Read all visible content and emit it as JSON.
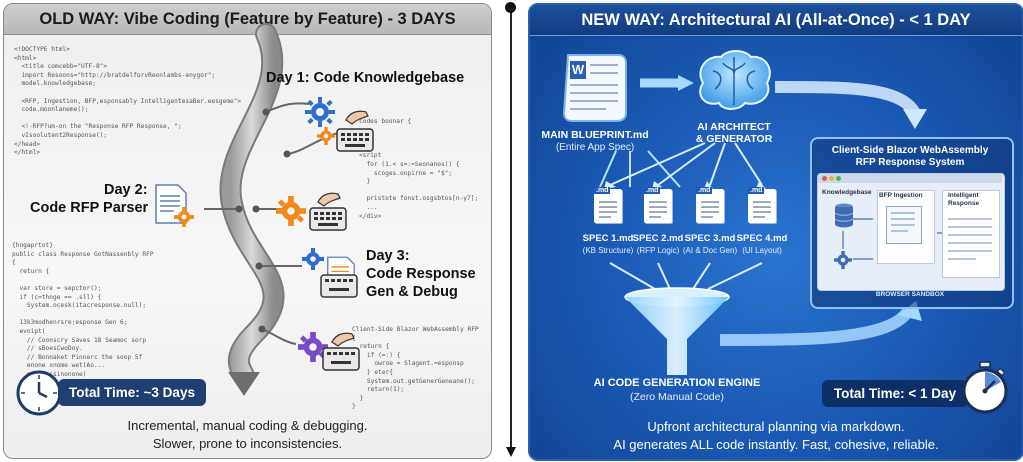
{
  "divider": {},
  "old_way": {
    "title": "OLD WAY: Vibe Coding (Feature by Feature) - 3 DAYS",
    "day1": "Day 1: Code Knowledgebase",
    "day2_line1": "Day 2:",
    "day2_line2": "Code RFP Parser",
    "day3_line1": "Day 3:",
    "day3_line2": "Code Response",
    "day3_line3": "Gen & Debug",
    "total_time": "Total Time: ~3 Days",
    "footer_line1": "Incremental, manual coding & debugging.",
    "footer_line2": "Slower, prone to inconsistencies.",
    "code_top": "<!DOCTYPE html>\n<html>\n  <title comcebb=\"UTF-8\">\n  import Resoons=\"http://bratdelforvReonlambs-enygor\";\n  model.knowledgebase;\n\n  <RFP, Ingestion, BFP,esponsably IntelligentesaBer.eesgeme\">\n  code.moonlaneme();\n\n  <!-RFP?um-on the \"Response RFP Response, \";\n  vIsoolutent2Response();\n</head>\n</html>",
    "code_mid_right": "codes boonar {\n\n\n\n<sript\n  for (1.< s=:=Seonanos() {\n    scoges.onpirne = \"$\";\n  }\n\n  pristote fonst.osgsbtos[n-y7];\n  ...\n</div>",
    "code_left": "{hngaprtot}\npublic class Response GotNassenbly RFP\n{\n  return {\n\n  var store = sepctor();\n  if (c=thnge == .sll) {\n    System.ocesk(itacresponse.null);\n\n  13k3modhenrsre;esponse Gen 6;\n  evoipt(\n    // Coonscry Saves 18 Seamoc sorp\n    // sBoesCwoDoy.\n    // Bonnaket Pinnerc the soop 5f\n    enone xnome wet(Ao...\n    mgskressinonone)\n  }",
    "code_bottom_right": "Client-Side Blazor WebAssembly RFP\n{\n  return {\n    if (=:) {\n      owroe = Slagent.=esponsp\n    } eter{\n    System.out.getGenerGeneane();\n    return(1);\n  }\n}"
  },
  "new_way": {
    "title": "NEW WAY: Architectural AI (All-at-Once) - < 1 DAY",
    "blueprint_icon_letter": "W",
    "blueprint_title": "MAIN BLUEPRINT.md",
    "blueprint_sub": "(Entire App Spec)",
    "architect_line1": "AI ARCHITECT",
    "architect_line2": "& GENERATOR",
    "specs": [
      {
        "tag": ".md",
        "title": "SPEC 1.md",
        "sub": "(KB Structure)"
      },
      {
        "tag": ".md",
        "title": "SPEC 2.md",
        "sub": "(RFP Logic)"
      },
      {
        "tag": ".md",
        "title": "SPEC 3.md",
        "sub": "(AI & Doc Gen)"
      },
      {
        "tag": ".md",
        "title": "SPEC 4.md",
        "sub": "(UI Layout)"
      }
    ],
    "engine_line1": "AI CODE GENERATION ENGINE",
    "engine_line2": "(Zero Manual Code)",
    "system_line1": "Client-Side Blazor WebAssembly",
    "system_line2": "RFP Response System",
    "panel_knowledgebase": "Knowledgebase",
    "panel_ingestion": "BFP Ingestion",
    "panel_intelligent_1": "Intelligent",
    "panel_intelligent_2": "Response",
    "sandbox_label": "BROWSER SANDBOX",
    "total_time": "Total Time: < 1 Day",
    "footer_line1": "Upfront architectural planning via markdown.",
    "footer_line2": "AI generates ALL code instantly. Fast, cohesive, reliable."
  },
  "colors": {
    "old_bg": "#f2f2f2",
    "new_bg": "#1c5cb8",
    "gear_blue": "#2e6fd0",
    "gear_orange": "#f08a1c",
    "gear_purple": "#7a4bc4",
    "funnel": "#6fc3ff"
  }
}
